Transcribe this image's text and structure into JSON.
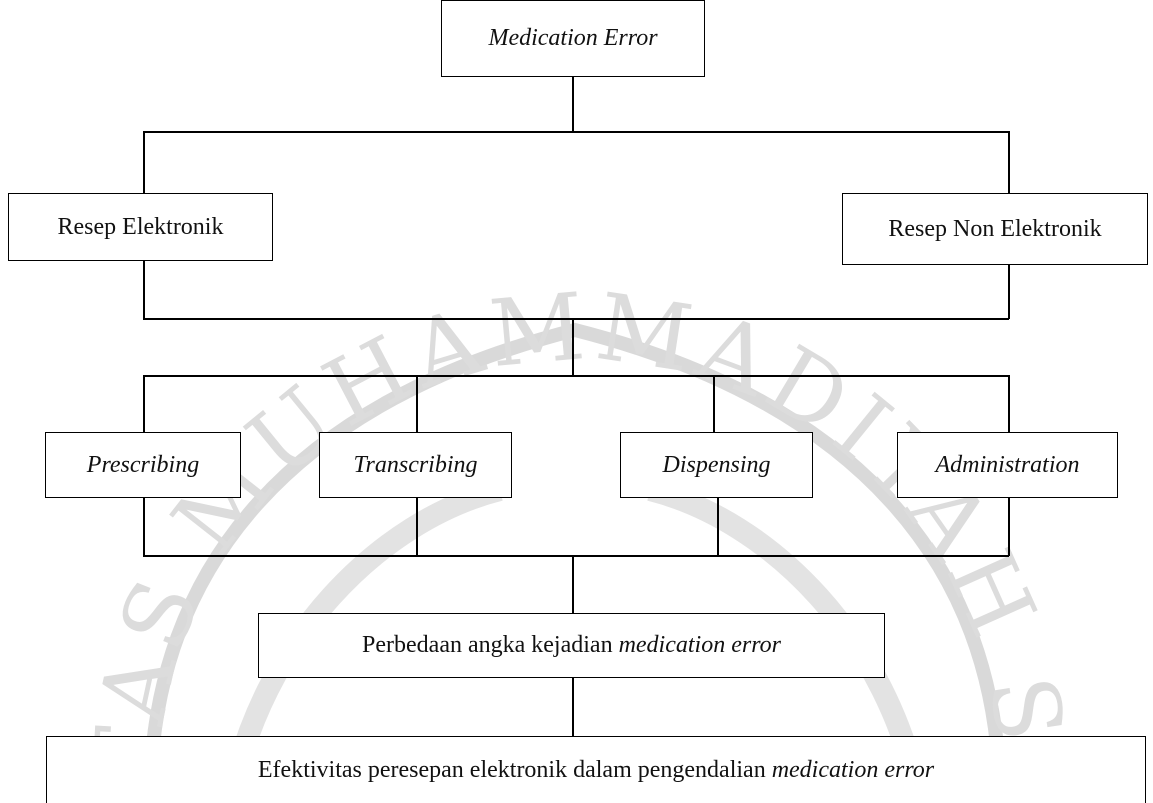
{
  "diagram": {
    "root": "Medication Error",
    "prescription_types": [
      "Resep Elektronik",
      "Resep Non Elektronik"
    ],
    "stages": [
      "Prescribing",
      "Transcribing",
      "Dispensing",
      "Administration"
    ],
    "difference": {
      "prefix": "Perbedaan angka kejadian ",
      "emphasis": "medication error"
    },
    "outcome": {
      "prefix": "Efektivitas peresepan elektronik dalam pengendalian ",
      "emphasis": "medication error"
    }
  },
  "watermark": {
    "text": "UNIVERSITAS MUHAMMADIYAH SURAKARTA",
    "color": "#c8c8c8"
  }
}
